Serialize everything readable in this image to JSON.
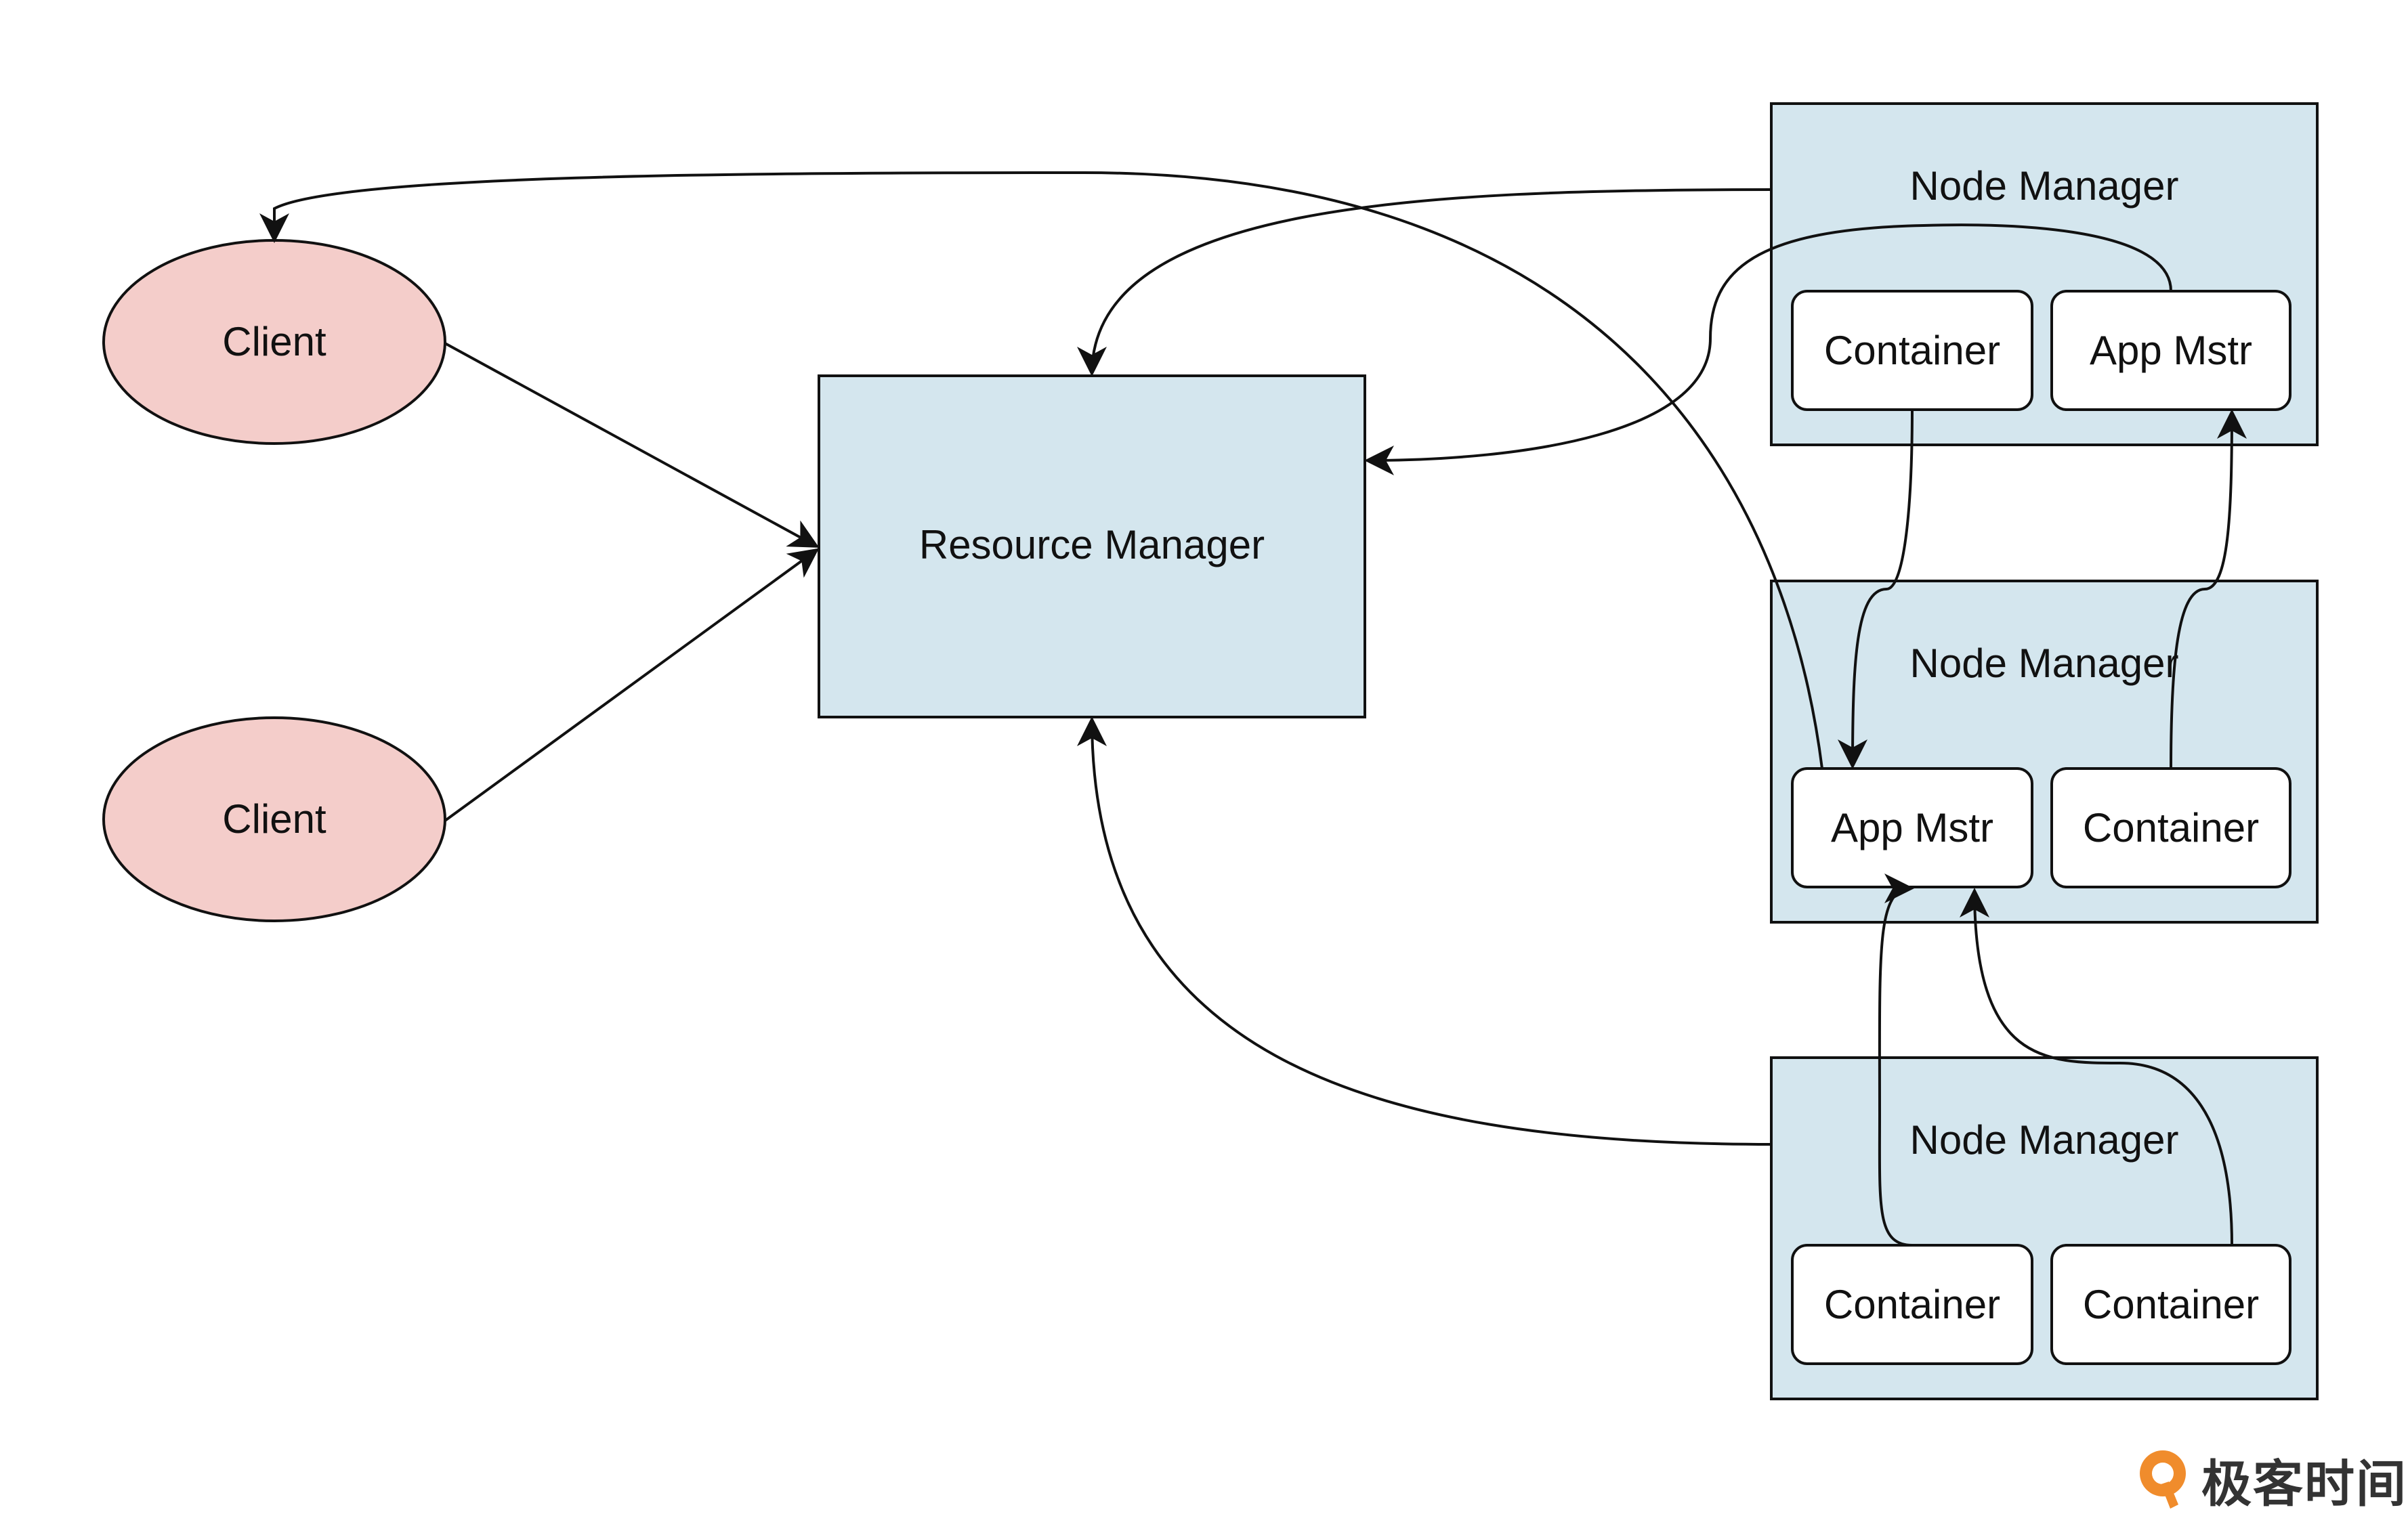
{
  "colors": {
    "client_fill": "#f4cdca",
    "manager_fill": "#d4e6ee",
    "container_fill": "#ffffff",
    "stroke": "#111111",
    "brand_orange": "#f08c2c"
  },
  "nodes": {
    "client_1": {
      "label": "Client"
    },
    "client_2": {
      "label": "Client"
    },
    "resource_manager": {
      "label": "Resource Manager"
    },
    "node_manager_1": {
      "label": "Node Manager",
      "left_box": "Container",
      "right_box": "App Mstr"
    },
    "node_manager_2": {
      "label": "Node Manager",
      "left_box": "App Mstr",
      "right_box": "Container"
    },
    "node_manager_3": {
      "label": "Node Manager",
      "left_box": "Container",
      "right_box": "Container"
    }
  },
  "watermark": {
    "logo_icon": "geektime-logo-icon",
    "text": "极客时间"
  }
}
